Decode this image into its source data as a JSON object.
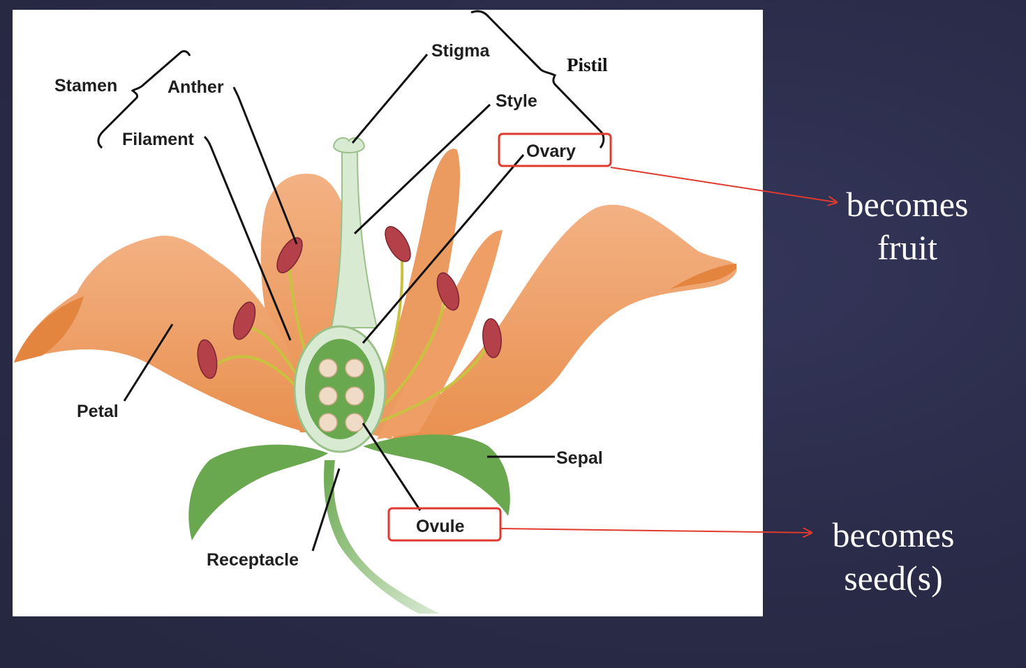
{
  "labels": {
    "stamen": "Stamen",
    "anther": "Anther",
    "filament": "Filament",
    "stigma": "Stigma",
    "style": "Style",
    "pistil": "Pistil",
    "ovary": "Ovary",
    "petal": "Petal",
    "sepal": "Sepal",
    "ovule": "Ovule",
    "receptacle": "Receptacle"
  },
  "annotations": {
    "fruit": {
      "line1": "becomes",
      "line2": "fruit"
    },
    "seeds": {
      "line1": "becomes",
      "line2": "seed(s)"
    }
  },
  "colors": {
    "highlight": "#e03a2f",
    "petal": "#f0a06a",
    "sepal": "#6aa84f",
    "anther": "#b4404a"
  }
}
